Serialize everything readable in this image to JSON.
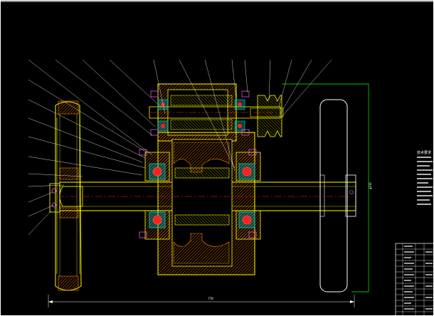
{
  "drawing": {
    "tech_title": "技术要求",
    "dimension_overall": "770",
    "dimension_height": "φ310"
  },
  "colors": {
    "background": "#000000",
    "outline": "#ffff00",
    "hatch": "#ff8000",
    "leader": "#ffffff",
    "centerline": "#ff2020",
    "dimension": "#00ff00",
    "bearing": "#00c8c8",
    "bolt": "#ff60ff"
  }
}
